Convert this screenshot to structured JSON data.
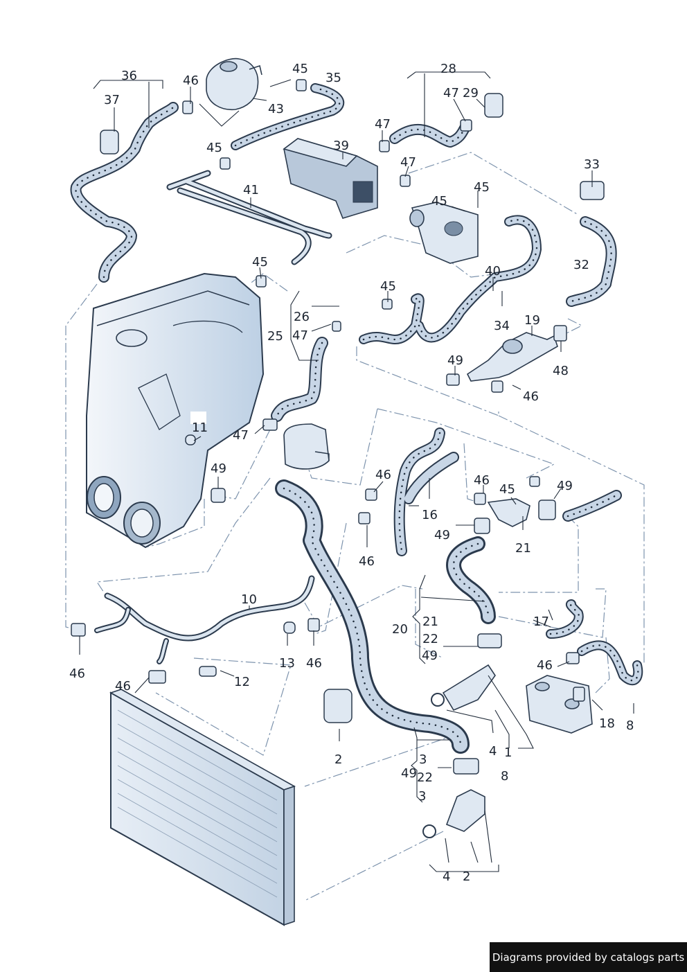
{
  "footer": {
    "text": "Diagrams provided by catalogs parts"
  },
  "callouts": [
    {
      "id": "c1",
      "text": "36"
    },
    {
      "id": "c2",
      "text": "46"
    },
    {
      "id": "c3",
      "text": "45"
    },
    {
      "id": "c4",
      "text": "35"
    },
    {
      "id": "c5",
      "text": "28"
    },
    {
      "id": "c6",
      "text": "37"
    },
    {
      "id": "c7",
      "text": "47"
    },
    {
      "id": "c8",
      "text": "29"
    },
    {
      "id": "c9",
      "text": "43"
    },
    {
      "id": "c10",
      "text": "47"
    },
    {
      "id": "c11",
      "text": "45"
    },
    {
      "id": "c12",
      "text": "39"
    },
    {
      "id": "c13",
      "text": "47"
    },
    {
      "id": "c14",
      "text": "33"
    },
    {
      "id": "c15",
      "text": "41"
    },
    {
      "id": "c16",
      "text": "45"
    },
    {
      "id": "c17",
      "text": "45"
    },
    {
      "id": "c18",
      "text": "32"
    },
    {
      "id": "c19",
      "text": "45"
    },
    {
      "id": "c20",
      "text": "40"
    },
    {
      "id": "c21",
      "text": "45"
    },
    {
      "id": "c22",
      "text": "26"
    },
    {
      "id": "c23",
      "text": "25"
    },
    {
      "id": "c24",
      "text": "47"
    },
    {
      "id": "c25",
      "text": "34"
    },
    {
      "id": "c26",
      "text": "19"
    },
    {
      "id": "c27",
      "text": "49"
    },
    {
      "id": "c28",
      "text": "48"
    },
    {
      "id": "c29",
      "text": "46"
    },
    {
      "id": "c30",
      "text": "11"
    },
    {
      "id": "c31",
      "text": "47"
    },
    {
      "id": "c32",
      "text": "46"
    },
    {
      "id": "c33",
      "text": "46"
    },
    {
      "id": "c34",
      "text": "45"
    },
    {
      "id": "c35",
      "text": "49"
    },
    {
      "id": "c36",
      "text": "49"
    },
    {
      "id": "c37",
      "text": "16"
    },
    {
      "id": "c38",
      "text": "49"
    },
    {
      "id": "c39",
      "text": "21"
    },
    {
      "id": "c40",
      "text": "46"
    },
    {
      "id": "c41",
      "text": "10"
    },
    {
      "id": "c42",
      "text": "21"
    },
    {
      "id": "c43",
      "text": "20"
    },
    {
      "id": "c44",
      "text": "17"
    },
    {
      "id": "c45",
      "text": "22"
    },
    {
      "id": "c46",
      "text": "49"
    },
    {
      "id": "c47",
      "text": "46"
    },
    {
      "id": "c48",
      "text": "13"
    },
    {
      "id": "c49",
      "text": "46"
    },
    {
      "id": "c50",
      "text": "12"
    },
    {
      "id": "c51",
      "text": "46"
    },
    {
      "id": "c52",
      "text": "46"
    },
    {
      "id": "c53",
      "text": "18"
    },
    {
      "id": "c54",
      "text": "8"
    },
    {
      "id": "c55",
      "text": "2"
    },
    {
      "id": "c56",
      "text": "3"
    },
    {
      "id": "c57",
      "text": "4"
    },
    {
      "id": "c58",
      "text": "1"
    },
    {
      "id": "c59",
      "text": "49"
    },
    {
      "id": "c60",
      "text": "22"
    },
    {
      "id": "c61",
      "text": "8"
    },
    {
      "id": "c62",
      "text": "3"
    },
    {
      "id": "c63",
      "text": "4"
    },
    {
      "id": "c64",
      "text": "2"
    }
  ]
}
